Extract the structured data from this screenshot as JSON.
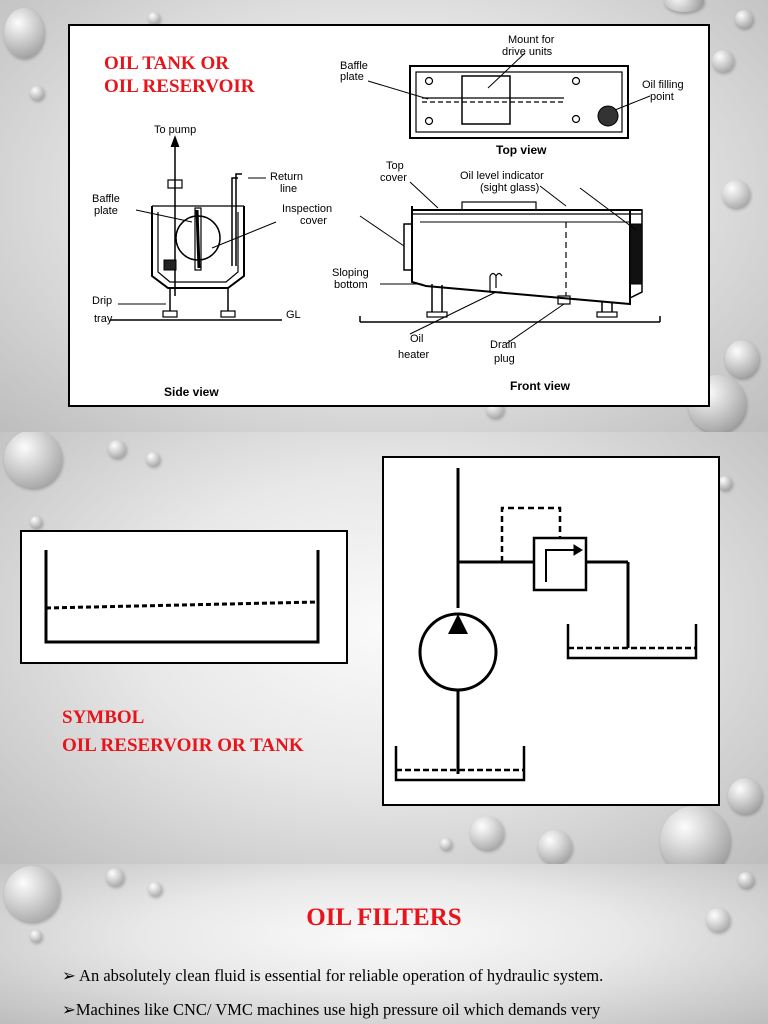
{
  "slide1": {
    "title_line1": "OIL TANK OR",
    "title_line2": "OIL RESERVOIR",
    "labels": {
      "to_pump": "To pump",
      "baffle_plate_top_l1": "Baffle",
      "baffle_plate_top_l2": "plate",
      "mount_l1": "Mount for",
      "mount_l2": "drive units",
      "oil_filling_l1": "Oil filling",
      "oil_filling_l2": "point",
      "top_view": "Top view",
      "return_l1": "Return",
      "return_l2": "line",
      "baffle_side_l1": "Baffle",
      "baffle_side_l2": "plate",
      "inspection_l1": "Inspection",
      "inspection_l2": "cover",
      "top_cover_l1": "Top",
      "top_cover_l2": "cover",
      "oil_level_l1": "Oil level indicator",
      "oil_level_l2": "(sight glass)",
      "sloping_l1": "Sloping",
      "sloping_l2": "bottom",
      "drip_l1": "Drip",
      "drip_l2": "tray",
      "gl": "GL",
      "oil_heater_l1": "Oil",
      "oil_heater_l2": "heater",
      "drain_l1": "Drain",
      "drain_l2": "plug",
      "side_view": "Side view",
      "front_view": "Front view"
    }
  },
  "slide2": {
    "symbol_line1": "SYMBOL",
    "symbol_line2": "OIL RESERVOIR OR TANK"
  },
  "slide3": {
    "title": "OIL FILTERS",
    "bullets": [
      "An absolutely clean fluid is essential for reliable operation of hydraulic system.",
      "Machines like CNC/ VMC machines use high pressure oil which demands very"
    ],
    "bullet_marker": "➢"
  },
  "colors": {
    "title_red": "#e8141b"
  }
}
